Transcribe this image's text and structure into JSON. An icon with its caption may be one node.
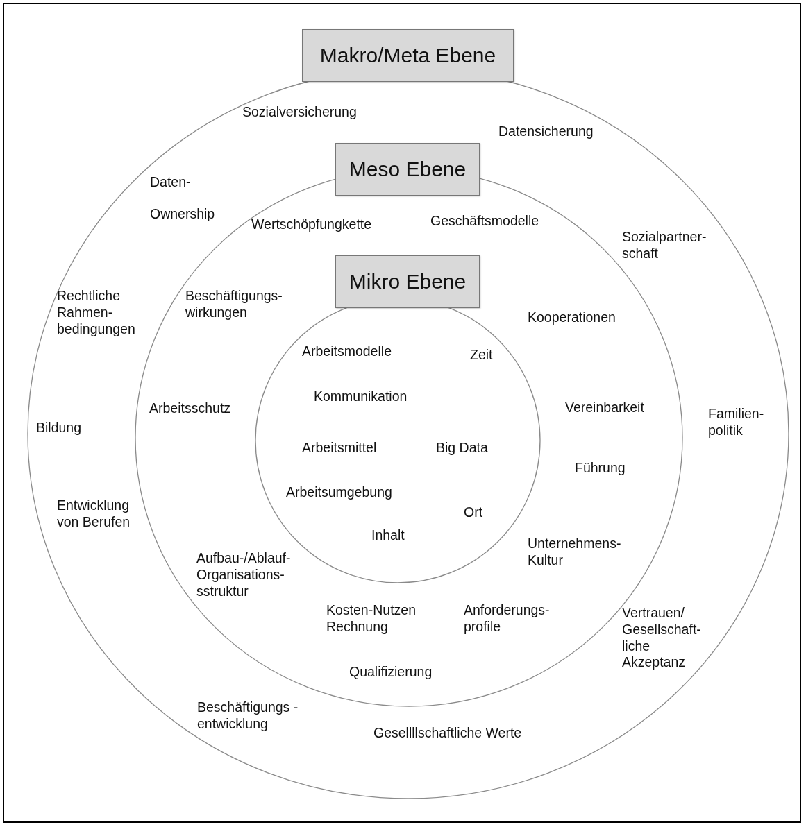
{
  "diagram": {
    "nodes": [
      {
        "text": [
          "Makro/Meta Ebene"
        ]
      },
      {
        "text": [
          "Meso Ebene"
        ]
      },
      {
        "text": [
          "Mikro Ebene"
        ]
      }
    ],
    "labels": [
      "Sozialversicherung",
      "Datensicherung",
      "Daten- Ownership",
      "Wertschöpfungkette",
      "Geschäftsmodelle",
      "Sozialpartner- schaft",
      "Rechtliche Rahmen- bedingungen",
      "Beschäftigungs- wirkungen",
      "Kooperationen",
      "Arbeitsmodelle",
      "Zeit",
      "Kommunikation",
      "Arbeitsschutz",
      "Vereinbarkeit",
      "Bildung",
      "Familien- politik",
      "Arbeitsmittel",
      "Big Data",
      "Führung",
      "Arbeitsumgebung",
      "Entwicklung von Berufen",
      "Ort",
      "Inhalt",
      "Unternehmens- Kultur",
      "Aufbau-/Ablauf- Organisations- sstruktur",
      "Kosten-Nutzen Rechnung",
      "Anforderungs- profile",
      "Vertrauen/ Gesellschaft- liche Akzeptanz",
      "Qualifizierung",
      "Beschäftigungs - entwicklung",
      "Gesellllschaftliche Werte"
    ]
  }
}
